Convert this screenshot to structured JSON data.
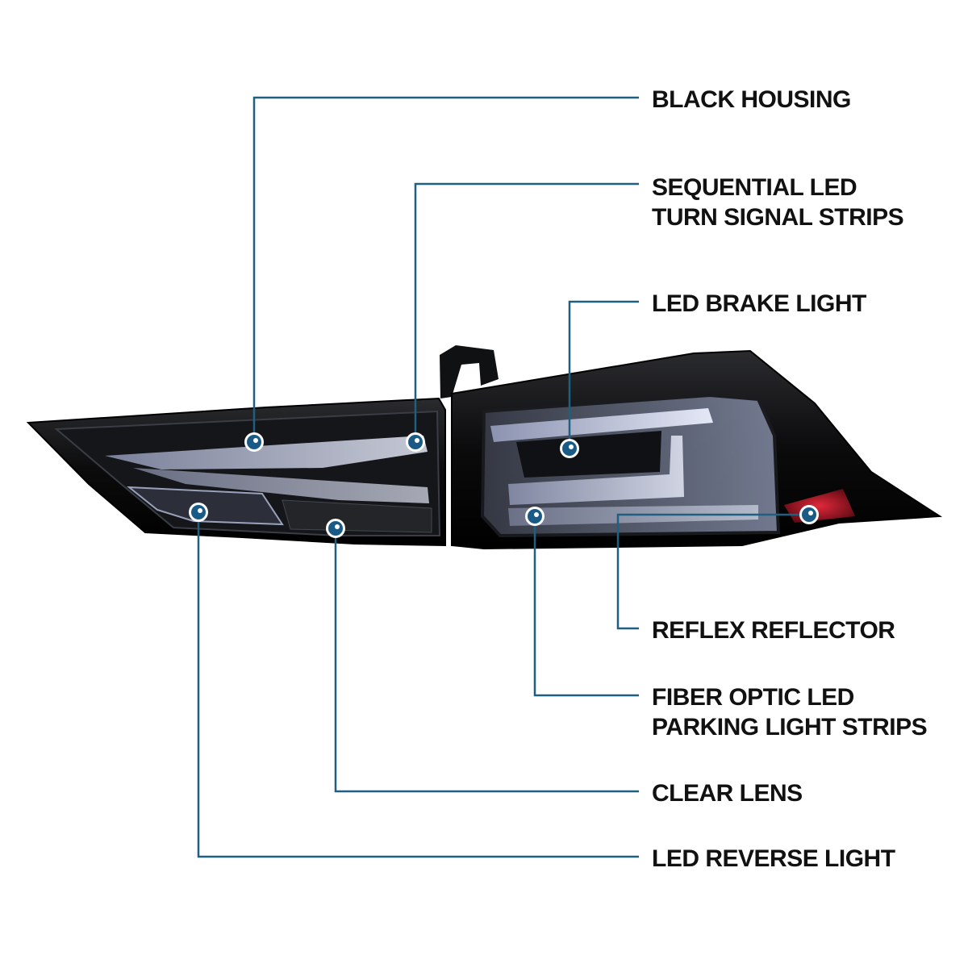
{
  "colors": {
    "leader": "#1f5f80",
    "dot": "#1a5a86",
    "housing": "#0b0b0c",
    "lens_glow": "#cdd4ea",
    "reflector": "#b0192a"
  },
  "callouts": [
    {
      "id": "black-housing",
      "lines": [
        "BLACK HOUSING"
      ]
    },
    {
      "id": "sequential-led",
      "lines": [
        "SEQUENTIAL LED",
        "TURN SIGNAL STRIPS"
      ]
    },
    {
      "id": "led-brake-light",
      "lines": [
        "LED BRAKE LIGHT"
      ]
    },
    {
      "id": "reflex-reflector",
      "lines": [
        "REFLEX REFLECTOR"
      ]
    },
    {
      "id": "fiber-optic-led",
      "lines": [
        "FIBER OPTIC LED",
        "PARKING LIGHT STRIPS"
      ]
    },
    {
      "id": "clear-lens",
      "lines": [
        "CLEAR LENS"
      ]
    },
    {
      "id": "led-reverse-light",
      "lines": [
        "LED REVERSE LIGHT"
      ]
    }
  ]
}
